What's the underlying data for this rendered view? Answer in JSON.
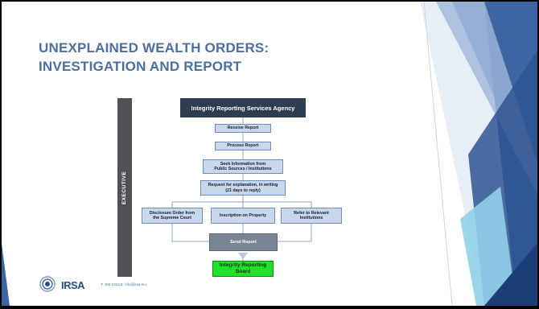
{
  "slide": {
    "title_line1": "UNEXPLAINED WEALTH ORDERS:",
    "title_line2": "INVESTIGATION AND REPORT"
  },
  "diagram": {
    "side_label": "EXECUTIVE",
    "header": "Integrity Reporting Services Agency",
    "receive": "Receive Report",
    "process": "Process Report",
    "seek_line1": "Seek Information from",
    "seek_line2": "Public Sources / Institutions",
    "request_line1": "Request for explanation, in writing",
    "request_line2": "(21 days to reply)",
    "disclosure_line1": "Disclosure Order from",
    "disclosure_line2": "the Supreme Court",
    "inscription": "Inscription on Property",
    "refer_line1": "Refer to Relevant",
    "refer_line2": "Institutions",
    "send": "Send Report",
    "board_line1": "Integrity Reporting",
    "board_line2": "Board"
  },
  "footer": {
    "logo_text": "IRSA",
    "contact": "T: 460 1010 E: info@irsa.mu"
  },
  "colors": {
    "title": "#4a6fa0",
    "header_box": "#2f3d50",
    "step_box": "#c7d8ec",
    "send_box": "#7a8594",
    "board_box": "#22e02a",
    "side_bar": "#505055"
  }
}
